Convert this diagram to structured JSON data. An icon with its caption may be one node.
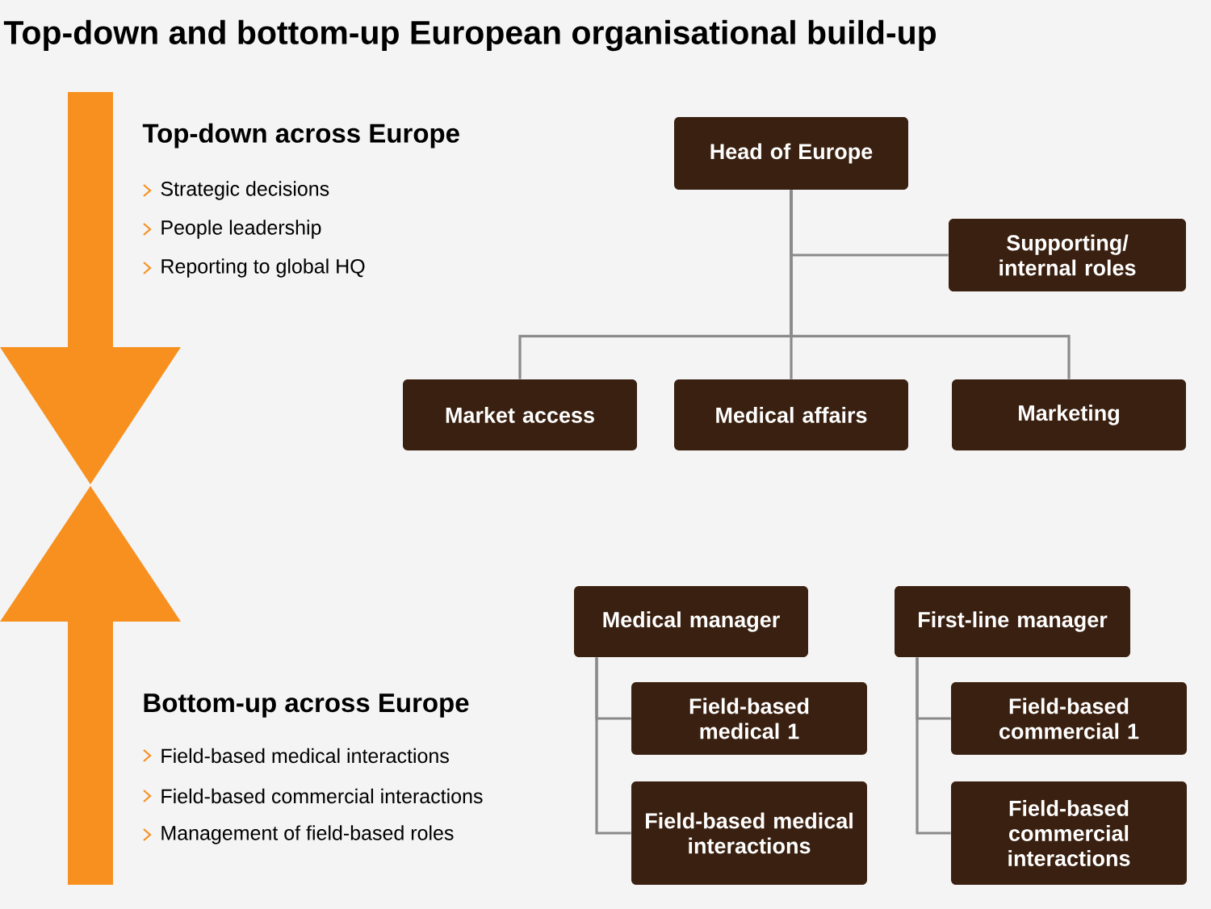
{
  "diagram": {
    "title": "Top-down and bottom-up European organisational build-up",
    "nodes": [
      {
        "text": [
          "Head of Europe"
        ]
      },
      {
        "text": [
          "Supporting/ internal roles"
        ]
      },
      {
        "text": [
          "Market access"
        ]
      },
      {
        "text": [
          "Medical affairs"
        ]
      },
      {
        "text": [
          "Marketing"
        ]
      },
      {
        "text": [
          "Medical manager"
        ]
      },
      {
        "text": [
          "Field-based medical 1"
        ]
      },
      {
        "text": [
          "Field-based medical interactions"
        ]
      },
      {
        "text": [
          "First-line manager"
        ]
      },
      {
        "text": [
          "Field-based commercial 1"
        ]
      },
      {
        "text": [
          "Field-based commercial interactions"
        ]
      }
    ],
    "edges": [
      {
        "from": 0,
        "to": 1,
        "arrow": "none"
      },
      {
        "from": 0,
        "to": 2,
        "arrow": "none"
      },
      {
        "from": 0,
        "to": 3,
        "arrow": "none"
      },
      {
        "from": 0,
        "to": 4,
        "arrow": "none"
      },
      {
        "from": 5,
        "to": 6,
        "arrow": "none"
      },
      {
        "from": 5,
        "to": 7,
        "arrow": "none"
      },
      {
        "from": 8,
        "to": 9,
        "arrow": "none"
      },
      {
        "from": 8,
        "to": 10,
        "arrow": "none"
      }
    ],
    "labels": [
      "Top-down across Europe",
      "Strategic decisions",
      "People leadership",
      "Reporting to global HQ",
      "Bottom-up across Europe",
      "Field-based medical interactions",
      "Field-based commercial interactions",
      "Management of field-based roles"
    ]
  }
}
